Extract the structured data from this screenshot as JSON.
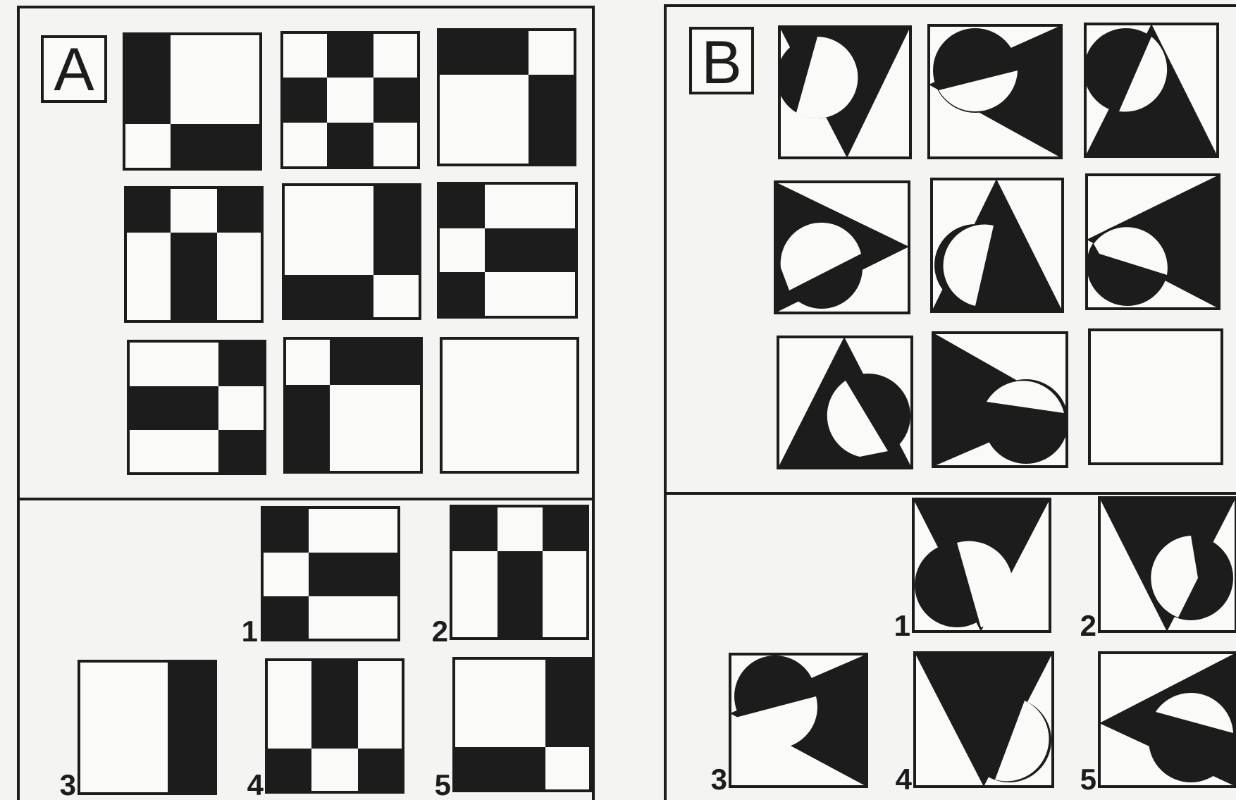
{
  "panels": {
    "a": {
      "label": "A",
      "options": [
        "1",
        "2",
        "3",
        "4",
        "5"
      ]
    },
    "b": {
      "label": "B",
      "options": [
        "1",
        "2",
        "3",
        "4",
        "5"
      ]
    }
  },
  "colors": {
    "ink": "#1c1c1c",
    "paper": "#f4f4f2"
  }
}
